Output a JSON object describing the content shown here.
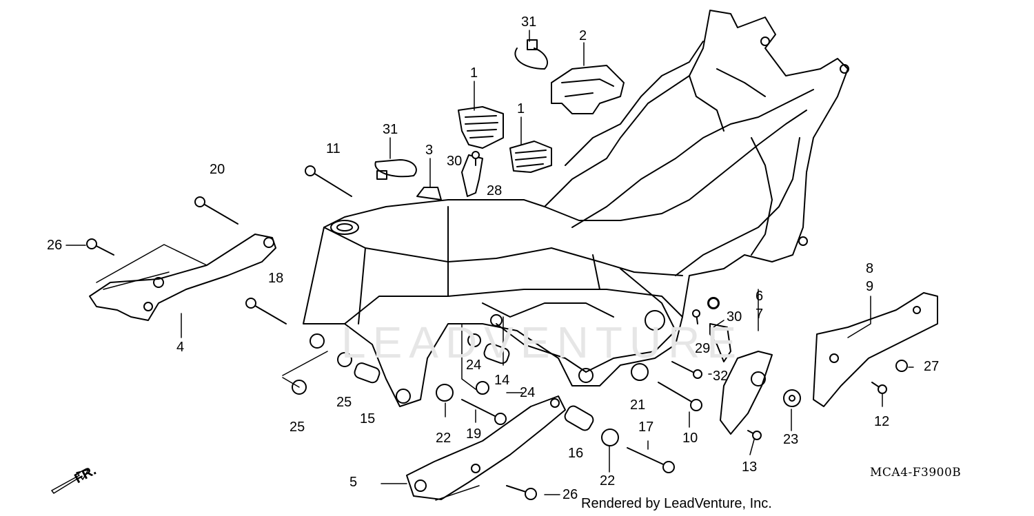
{
  "diagram": {
    "code": "MCA4-F3900B",
    "credit": "Rendered by LeadVenture, Inc.",
    "watermark": "LEADVENTURE",
    "front_label": "FR.",
    "callouts": [
      {
        "id": "c31a",
        "num": "31"
      },
      {
        "id": "c2",
        "num": "2"
      },
      {
        "id": "c1a",
        "num": "1"
      },
      {
        "id": "c1b",
        "num": "1"
      },
      {
        "id": "c31b",
        "num": "31"
      },
      {
        "id": "c11",
        "num": "11"
      },
      {
        "id": "c3",
        "num": "3"
      },
      {
        "id": "c30a",
        "num": "30"
      },
      {
        "id": "c28",
        "num": "28"
      },
      {
        "id": "c20",
        "num": "20"
      },
      {
        "id": "c26a",
        "num": "26"
      },
      {
        "id": "c18",
        "num": "18"
      },
      {
        "id": "c4",
        "num": "4"
      },
      {
        "id": "c25a",
        "num": "25"
      },
      {
        "id": "c25b",
        "num": "25"
      },
      {
        "id": "c15",
        "num": "15"
      },
      {
        "id": "c24a",
        "num": "24"
      },
      {
        "id": "c14",
        "num": "14"
      },
      {
        "id": "c24b",
        "num": "24"
      },
      {
        "id": "c22a",
        "num": "22"
      },
      {
        "id": "c19",
        "num": "19"
      },
      {
        "id": "c16",
        "num": "16"
      },
      {
        "id": "c22b",
        "num": "22"
      },
      {
        "id": "c17",
        "num": "17"
      },
      {
        "id": "c21",
        "num": "21"
      },
      {
        "id": "c10",
        "num": "10"
      },
      {
        "id": "c6",
        "num": "6"
      },
      {
        "id": "c7",
        "num": "7"
      },
      {
        "id": "c30b",
        "num": "30"
      },
      {
        "id": "c29",
        "num": "29"
      },
      {
        "id": "c32",
        "num": "32"
      },
      {
        "id": "c13",
        "num": "13"
      },
      {
        "id": "c23",
        "num": "23"
      },
      {
        "id": "c8",
        "num": "8"
      },
      {
        "id": "c9",
        "num": "9"
      },
      {
        "id": "c27",
        "num": "27"
      },
      {
        "id": "c12",
        "num": "12"
      },
      {
        "id": "c5",
        "num": "5"
      },
      {
        "id": "c26b",
        "num": "26"
      }
    ]
  }
}
